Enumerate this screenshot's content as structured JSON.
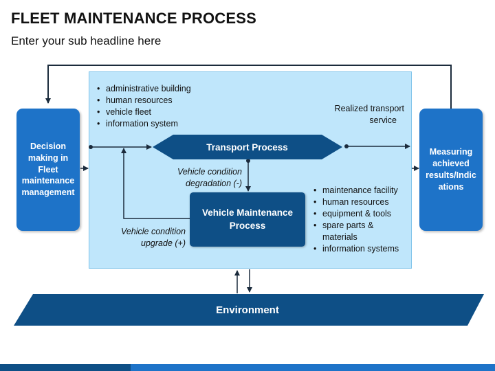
{
  "header": {
    "title": "FLEET MAINTENANCE PROCESS",
    "subtitle": "Enter your sub headline here"
  },
  "diagram": {
    "left_box": "Decision making in Fleet maintenance management",
    "right_box": "Measuring achieved results/Indic ations",
    "top_bullets": [
      "administrative building",
      "human resources",
      "vehicle fleet",
      "information system"
    ],
    "realized_label_line1": "Realized transport",
    "realized_label_line2": "service",
    "transport_process": "Transport Process",
    "degradation_line1": "Vehicle condition",
    "degradation_line2": "degradation (-)",
    "vehicle_maintenance_line1": "Vehicle Maintenance",
    "vehicle_maintenance_line2": "Process",
    "upgrade_line1": "Vehicle condition",
    "upgrade_line2": "upgrade (+)",
    "right_bullets": [
      "maintenance facility",
      "human resources",
      "equipment & tools",
      "spare parts &",
      "materials",
      "information systems"
    ],
    "environment": "Environment"
  },
  "colors": {
    "dark_navy": "#0e4f86",
    "medium_blue": "#1e73c8",
    "panel_light_blue": "#bfe6fb",
    "line": "#1b2b3c"
  }
}
